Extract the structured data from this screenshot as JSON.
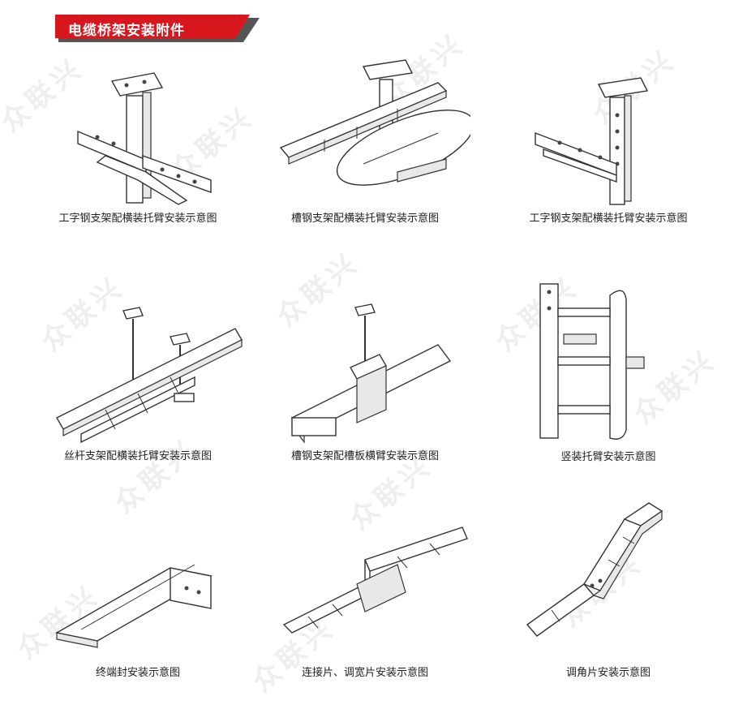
{
  "header": {
    "title": "电缆桥架安装附件",
    "accent_color": "#d7161e",
    "shadow_color": "#555555"
  },
  "watermark": {
    "text": "众联兴",
    "color": "#cccccc"
  },
  "diagrams": [
    {
      "caption": "工字钢支架配横装托臂安装示意图"
    },
    {
      "caption": "槽钢支架配横装托臂安装示意图"
    },
    {
      "caption": "工字钢支架配横装托臂安装示意图"
    },
    {
      "caption": "丝杆支架配横装托臂安装示意图"
    },
    {
      "caption": "槽钢支架配槽板横臂安装示意图"
    },
    {
      "caption": "竖装托臂安装示意图"
    },
    {
      "caption": "终端封安装示意图"
    },
    {
      "caption": "连接片、调宽片安装示意图"
    },
    {
      "caption": "调角片安装示意图"
    }
  ]
}
